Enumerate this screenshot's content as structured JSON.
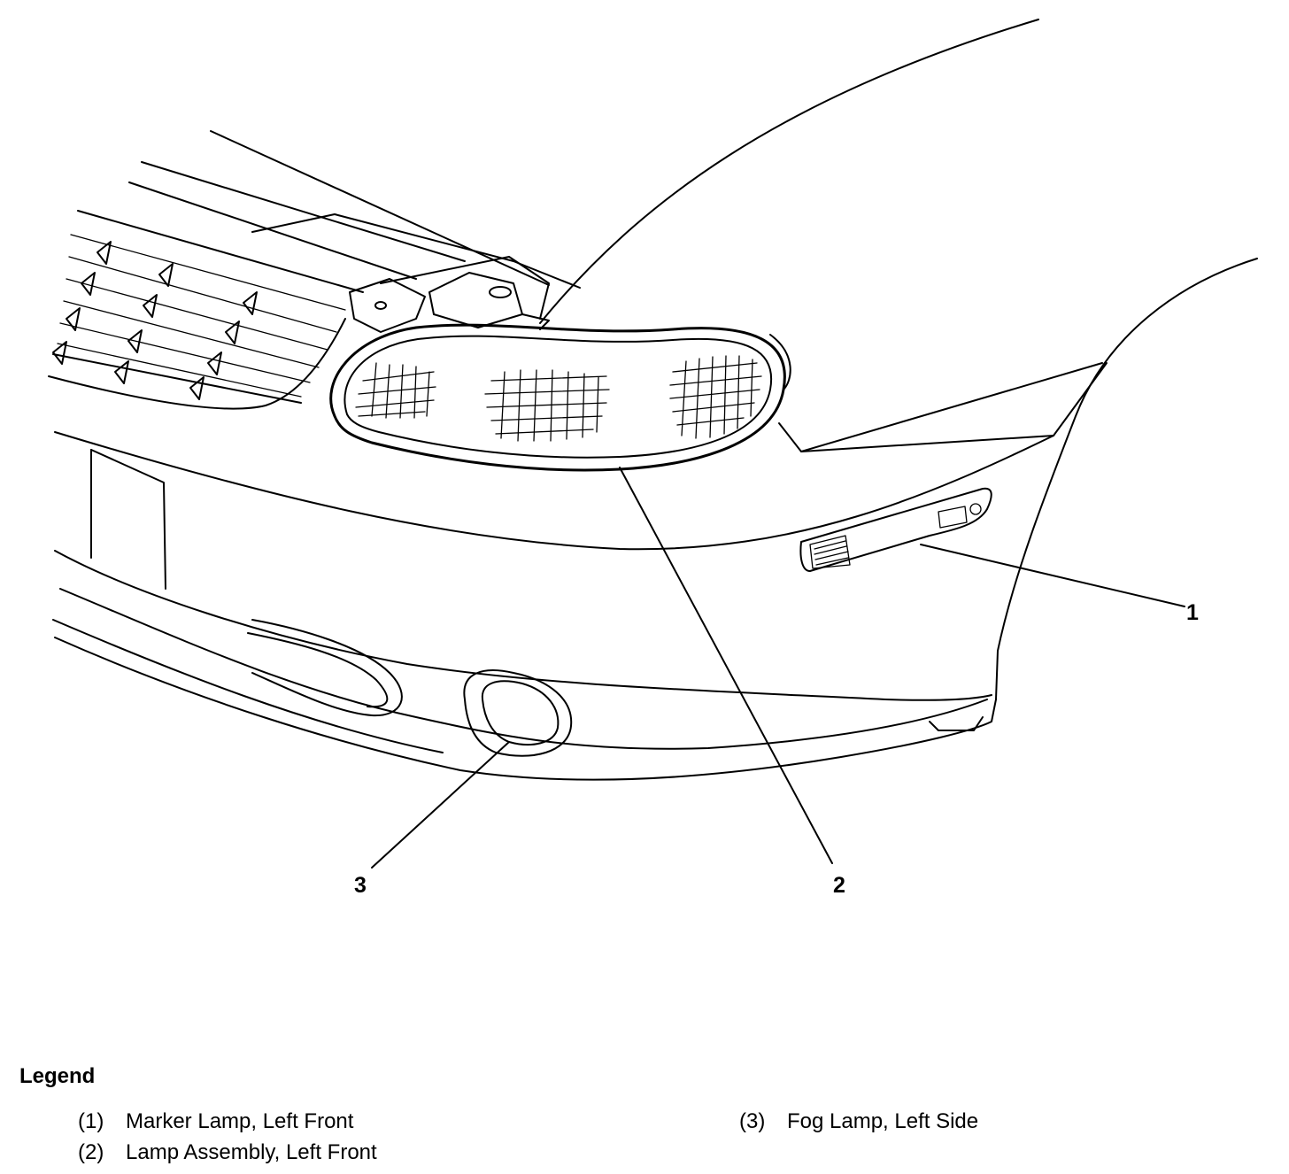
{
  "callouts": {
    "c1": "1",
    "c2": "2",
    "c3": "3"
  },
  "legend": {
    "title": "Legend",
    "items": [
      {
        "number": "(1)",
        "text": "Marker Lamp, Left Front"
      },
      {
        "number": "(2)",
        "text": "Lamp Assembly, Left Front"
      },
      {
        "number": "(3)",
        "text": "Fog Lamp, Left Side"
      }
    ]
  }
}
